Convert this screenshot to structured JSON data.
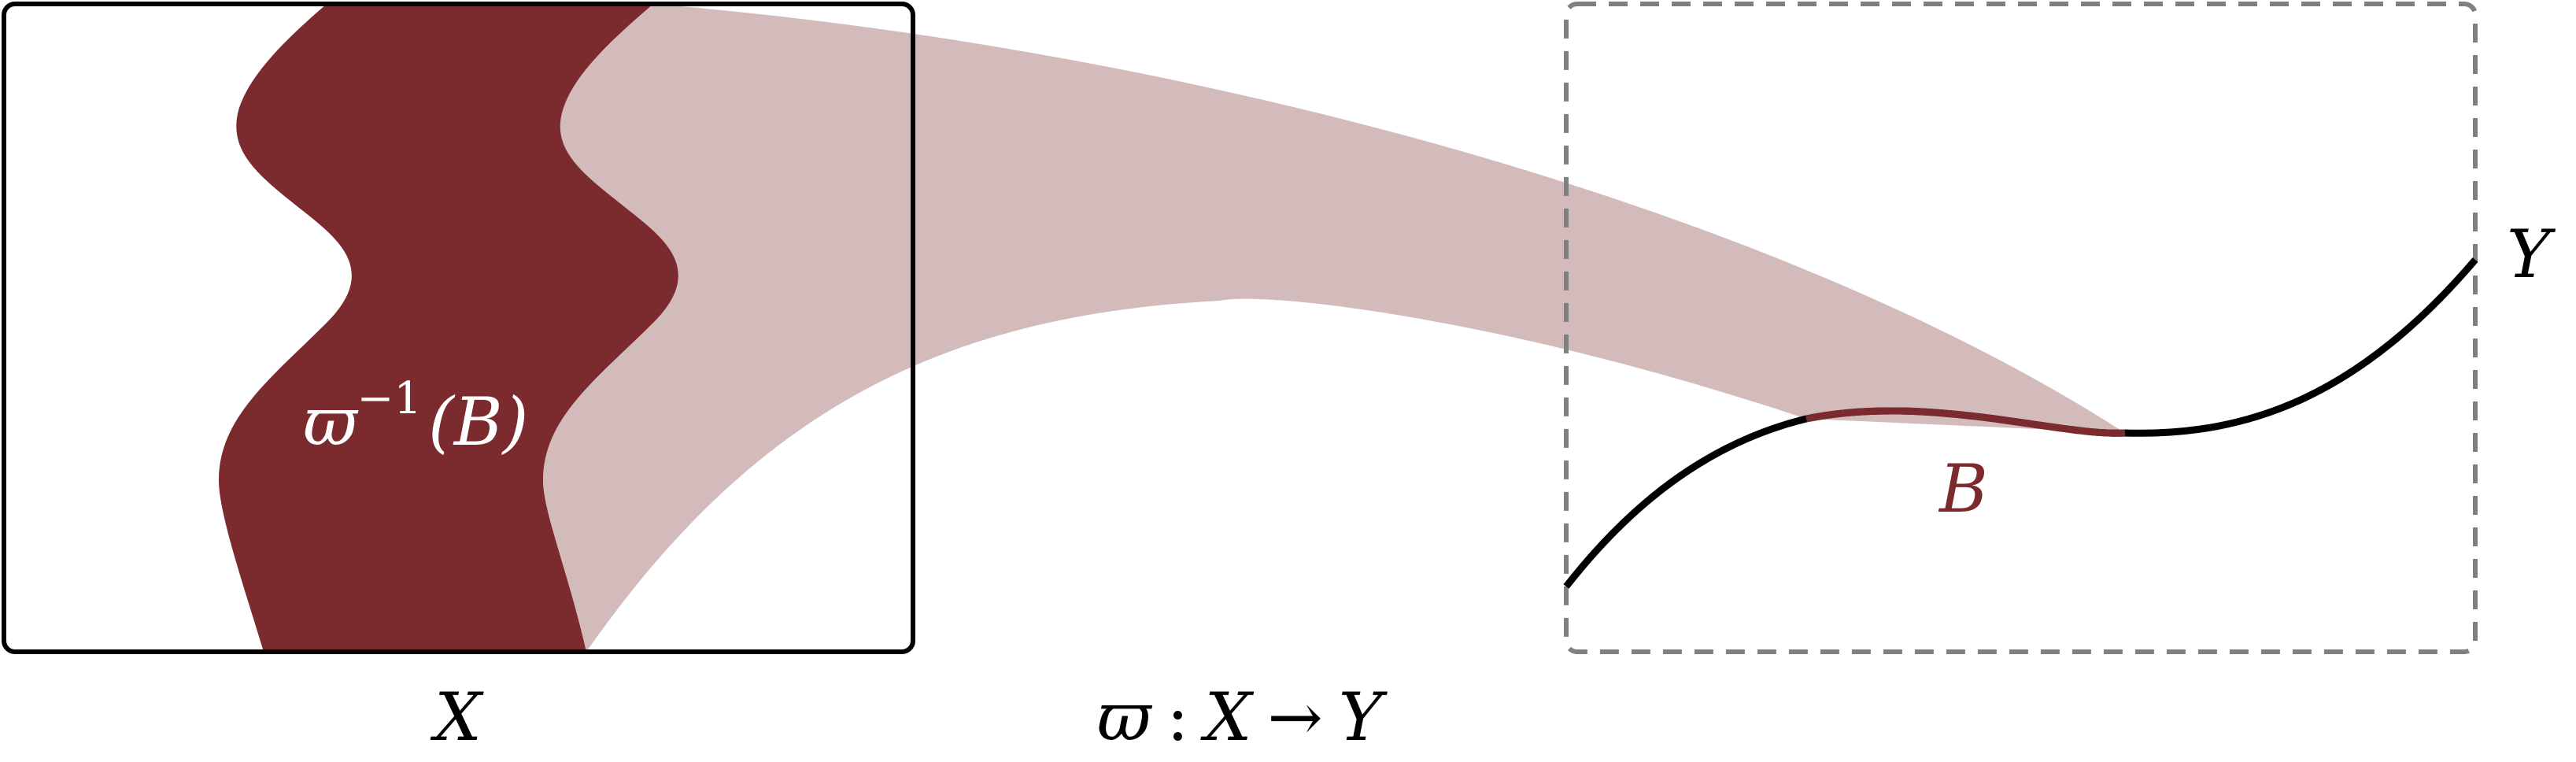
{
  "colors": {
    "preimage_fill": "#7b2a2e",
    "projection_fill": "#d3bbbb",
    "curve_stroke": "#000000",
    "frame_stroke": "#000000",
    "dashed_frame_stroke": "#808080",
    "highlight_stroke": "#7b2a2e",
    "label_light": "#ffffff",
    "label_dark": "#000000"
  },
  "labels": {
    "preimage": {
      "symbol": "ϖ",
      "exponent": "−1",
      "argument": "(B)"
    },
    "space_x": "X",
    "space_y": "Y",
    "subset_b": "B",
    "map": {
      "symbol": "ϖ",
      "colon": ":",
      "domain": "X",
      "arrow": "→",
      "codomain": "Y"
    }
  }
}
